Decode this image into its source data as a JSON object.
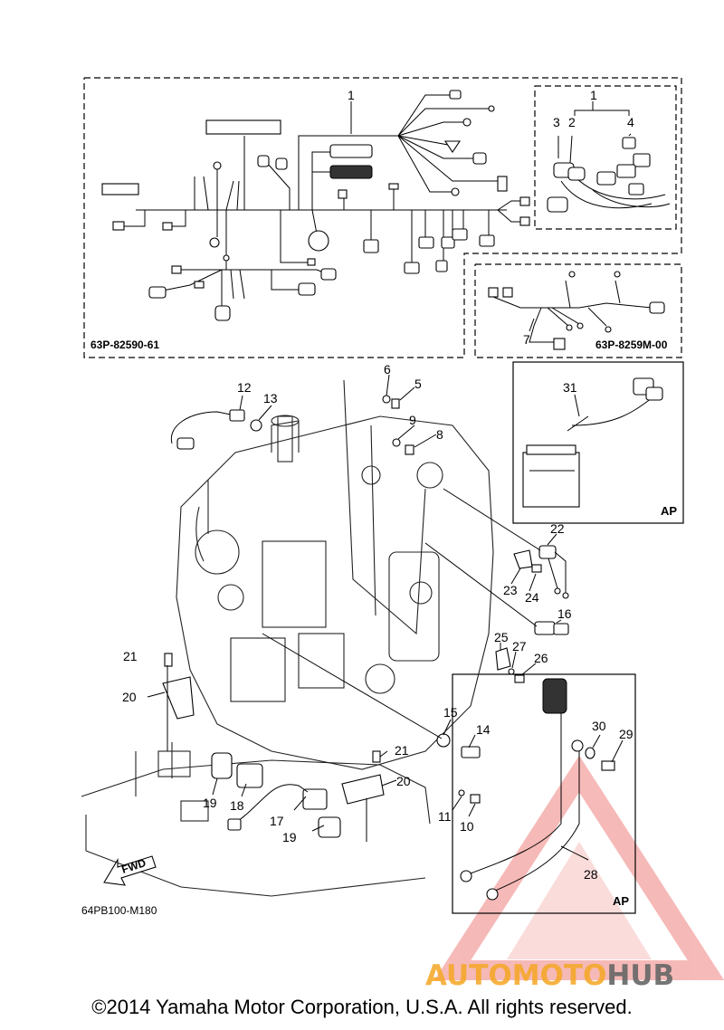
{
  "diagram": {
    "part_code_harness": "63P-82590-61",
    "part_code_subharness": "63P-8259M-00",
    "figure_code": "64PB100-M180",
    "ap_label_battery": "AP",
    "ap_label_cable": "AP",
    "fwd_label": "FWD",
    "callouts": {
      "c1": "1",
      "c1b": "1",
      "c2": "2",
      "c3": "3",
      "c4": "4",
      "c5": "5",
      "c6": "6",
      "c7": "7",
      "c8": "8",
      "c9": "9",
      "c10": "10",
      "c11": "11",
      "c12": "12",
      "c13": "13",
      "c14": "14",
      "c15": "15",
      "c16": "16",
      "c17": "17",
      "c18": "18",
      "c19a": "19",
      "c19b": "19",
      "c20a": "20",
      "c20b": "20",
      "c21a": "21",
      "c21b": "21",
      "c22": "22",
      "c23": "23",
      "c24": "24",
      "c25": "25",
      "c26": "26",
      "c27": "27",
      "c28": "28",
      "c29": "29",
      "c30": "30",
      "c31": "31"
    }
  },
  "watermark": {
    "part1": "AUTOMOTO",
    "part2": "HUB",
    "color_orange": "#f5a623",
    "color_grey": "#666666",
    "color_red": "#e53935"
  },
  "footer": {
    "copyright": "©2014 Yamaha Motor Corporation, U.S.A. All rights reserved."
  }
}
